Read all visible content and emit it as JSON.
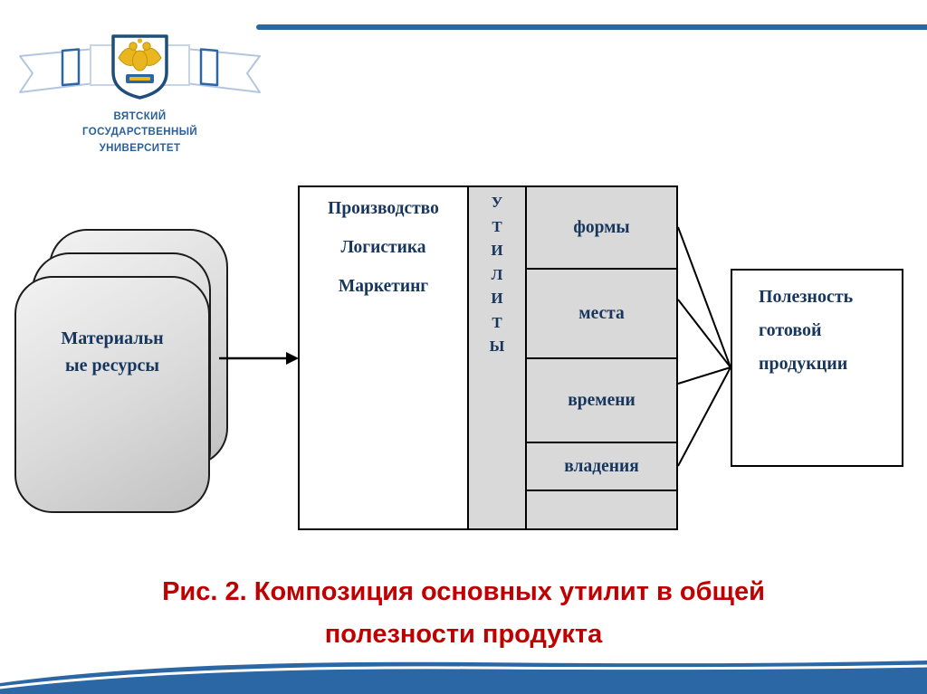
{
  "colors": {
    "accent_blue": "#2B66A5",
    "univ_blue": "#2A6099",
    "navy_text": "#17365D",
    "caption_red": "#C00000",
    "box_gray": "#D9D9D9",
    "line_black": "#000000",
    "logo_gold": "#E9B61F"
  },
  "header": {
    "university_name": "ВЯТСКИЙ\nГОСУДАРСТВЕННЫЙ\nУНИВЕРСИТЕТ"
  },
  "diagram": {
    "source_label": "Материальн\nые ресурсы",
    "process_items": [
      "Производство",
      "Логистика",
      "Маркетинг"
    ],
    "utilities_vertical": "У\nТ\nИ\nЛ\nИ\nТ\nЫ",
    "utility_items": [
      "формы",
      "места",
      "времени",
      "владения"
    ],
    "result_label": "Полезность\nготовой\nпродукции"
  },
  "caption": "Рис. 2. Композиция основных утилит в общей\nполезности продукта"
}
